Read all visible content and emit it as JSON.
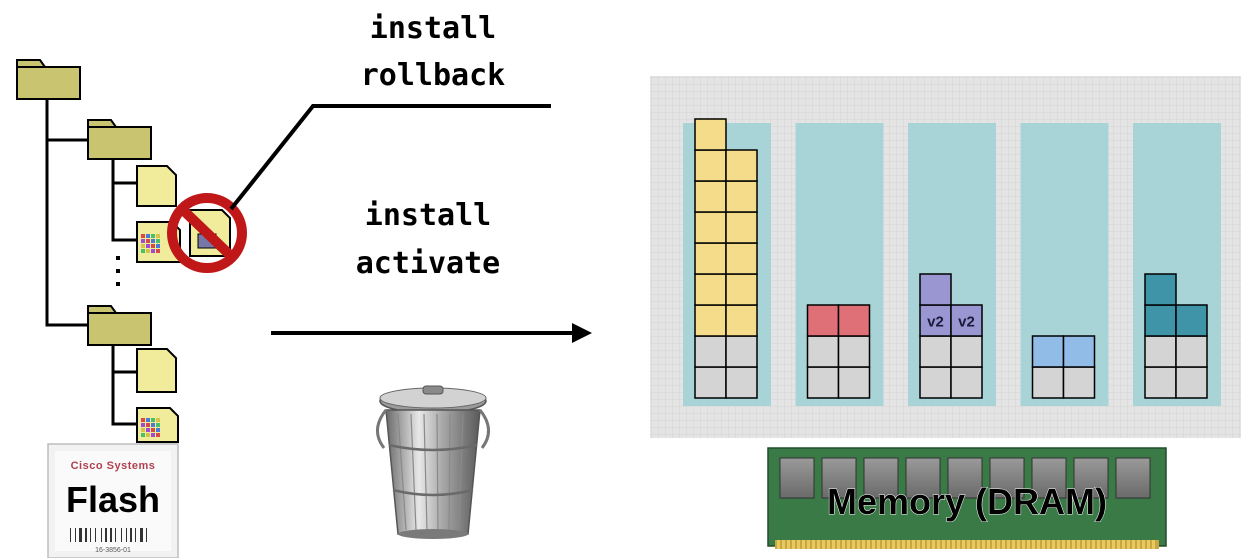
{
  "commands": {
    "rollback_line1": "install",
    "rollback_line2": "rollback",
    "activate_line1": "install",
    "activate_line2": "activate"
  },
  "flash": {
    "label": "Flash",
    "brand": "Cisco Systems"
  },
  "memory": {
    "label": "Memory (DRAM)",
    "modules": [
      {
        "color": "#f5dc8a",
        "gray_rows": 2,
        "colored_rows": 6,
        "extra_top": 1
      },
      {
        "color": "#e07078",
        "gray_rows": 2,
        "colored_rows": 1,
        "extra_top": 0
      },
      {
        "color": "#9a96d2",
        "gray_rows": 2,
        "colored_rows": 1,
        "extra_top": 1,
        "label": "v2"
      },
      {
        "color": "#92bce8",
        "gray_rows": 1,
        "colored_rows": 1,
        "extra_top": 0
      },
      {
        "color": "#3f94a8",
        "gray_rows": 2,
        "colored_rows": 1,
        "extra_top": 1
      }
    ]
  },
  "colors": {
    "folder": "#c8c470",
    "file": "#f0ec9c",
    "module_bg": "#a8d4d8",
    "panel_bg": "#e2e2e2",
    "block_gray": "#d4d4d4",
    "prohibit_red": "#c01818"
  }
}
